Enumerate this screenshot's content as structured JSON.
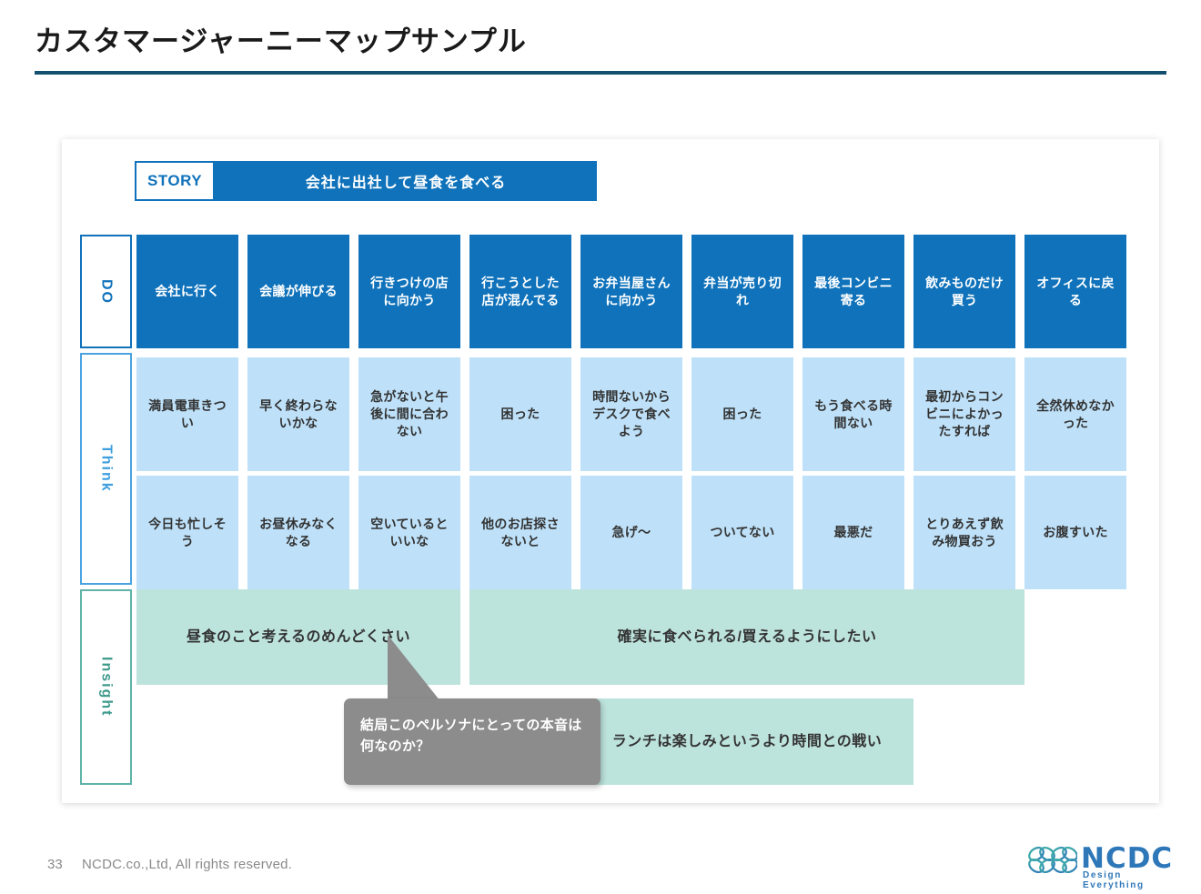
{
  "slide": {
    "title": "カスタマージャーニーマップサンプル",
    "accent_navy": "#13506f",
    "accent_blue": "#0f72ba",
    "light_blue": "#bee1f9",
    "teal": "#bde3dd",
    "gray_callout": "#8c8c8c"
  },
  "story": {
    "label": "STORY",
    "text": "会社に出社して昼食を食べる"
  },
  "rows": {
    "do": {
      "label": "DO",
      "cells": [
        "会社に行く",
        "会議が伸びる",
        "行きつけの店に向かう",
        "行こうとした店が混んでる",
        "お弁当屋さんに向かう",
        "弁当が売り切れ",
        "最後コンビニ寄る",
        "飲みものだけ買う",
        "オフィスに戻る"
      ]
    },
    "think": {
      "label": "Think",
      "line1": [
        "満員電車きつい",
        "早く終わらないかな",
        "急がないと午後に間に合わない",
        "困った",
        "時間ないからデスクで食べよう",
        "困った",
        "もう食べる時間ない",
        "最初からコンビニによかったすれば",
        "全然休めなかった"
      ],
      "line2": [
        "今日も忙しそう",
        "お昼休みなくなる",
        "空いているといいな",
        "他のお店探さないと",
        "急げ〜",
        "ついてない",
        "最悪だ",
        "とりあえず飲み物買おう",
        "お腹すいた"
      ]
    },
    "insight": {
      "label": "Insight",
      "boxes": [
        "昼食のこと考えるのめんどくさい",
        "確実に食べられる/買えるようにしたい",
        "ランチは楽しみというより時間との戦い"
      ],
      "callout": "結局このペルソナにとっての本音は何なのか？"
    }
  },
  "footer": {
    "page_number": "33",
    "copyright": "NCDC.co.,Ltd, All rights reserved.",
    "logo_text": "NCDC",
    "logo_tagline": "Design Everything"
  }
}
